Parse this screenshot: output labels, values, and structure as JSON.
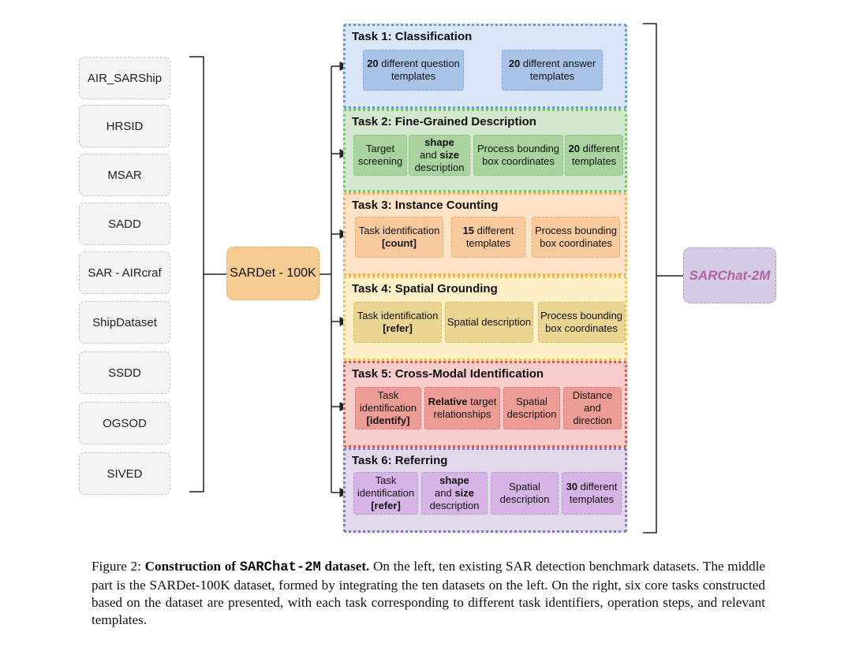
{
  "datasets": [
    "AIR_SARShip",
    "HRSID",
    "MSAR",
    "SADD",
    "SAR - AIRcraf",
    "ShipDataset",
    "SSDD",
    "OGSOD",
    "SIVED"
  ],
  "center": {
    "label": "SARDet - 100K"
  },
  "output": {
    "label": "SARChat-2M"
  },
  "tasks": [
    {
      "title": "Task 1: Classification",
      "cells": [
        {
          "bold": "20",
          "rest": " different question templates"
        },
        {
          "bold": "20",
          "rest": " different answer templates"
        }
      ]
    },
    {
      "title": "Task 2:  Fine-Grained Description",
      "cells": [
        {
          "text": "Target screening"
        },
        {
          "bold": "shape",
          "mid": " and ",
          "bold2": "size",
          "rest": " description"
        },
        {
          "text": "Process bounding box coordinates"
        },
        {
          "bold": "20",
          "rest": " different templates"
        }
      ]
    },
    {
      "title": "Task 3: Instance Counting",
      "cells": [
        {
          "text": "Task identification",
          "boldline": "[count]"
        },
        {
          "bold": "15",
          "rest": " different templates"
        },
        {
          "text": "Process bounding box coordinates"
        }
      ]
    },
    {
      "title": "Task 4: Spatial Grounding",
      "cells": [
        {
          "text": "Task identification",
          "boldline": "[refer]"
        },
        {
          "text": "Spatial description"
        },
        {
          "text": "Process bounding box coordinates"
        }
      ]
    },
    {
      "title": "Task 5: Cross-Modal Identification",
      "cells": [
        {
          "text": "Task identification",
          "boldline": "[identify]"
        },
        {
          "bold": "Relative",
          "rest": " target relationships"
        },
        {
          "text": "Spatial description"
        },
        {
          "text": "Distance and direction"
        }
      ]
    },
    {
      "title": "Task 6: Referring",
      "cells": [
        {
          "text": "Task identification",
          "boldline": "[refer]"
        },
        {
          "bold": "shape",
          "mid": " and ",
          "bold2": "size",
          "rest": " description"
        },
        {
          "text": "Spatial description"
        },
        {
          "bold": "30",
          "rest": " different templates"
        }
      ]
    }
  ],
  "caption": {
    "label": "Figure 2: ",
    "bold_lead": "Construction of ",
    "bold_mono": "SARChat-2M",
    "bold_tail": " dataset.",
    "body": " On the left, ten existing SAR detection benchmark datasets. The middle part is the SARDet-100K dataset, formed by integrating the ten datasets on the left. On the right, six core tasks constructed based on the dataset are presented, with each task corresponding to different task identifiers, operation steps, and relevant templates."
  },
  "colors": {
    "t1": "#dbe7f7",
    "t2": "#d8ead3",
    "t3": "#fde3c8",
    "t4": "#fcefc9",
    "t5": "#f7cfcc",
    "t6": "#e2d8ec"
  }
}
